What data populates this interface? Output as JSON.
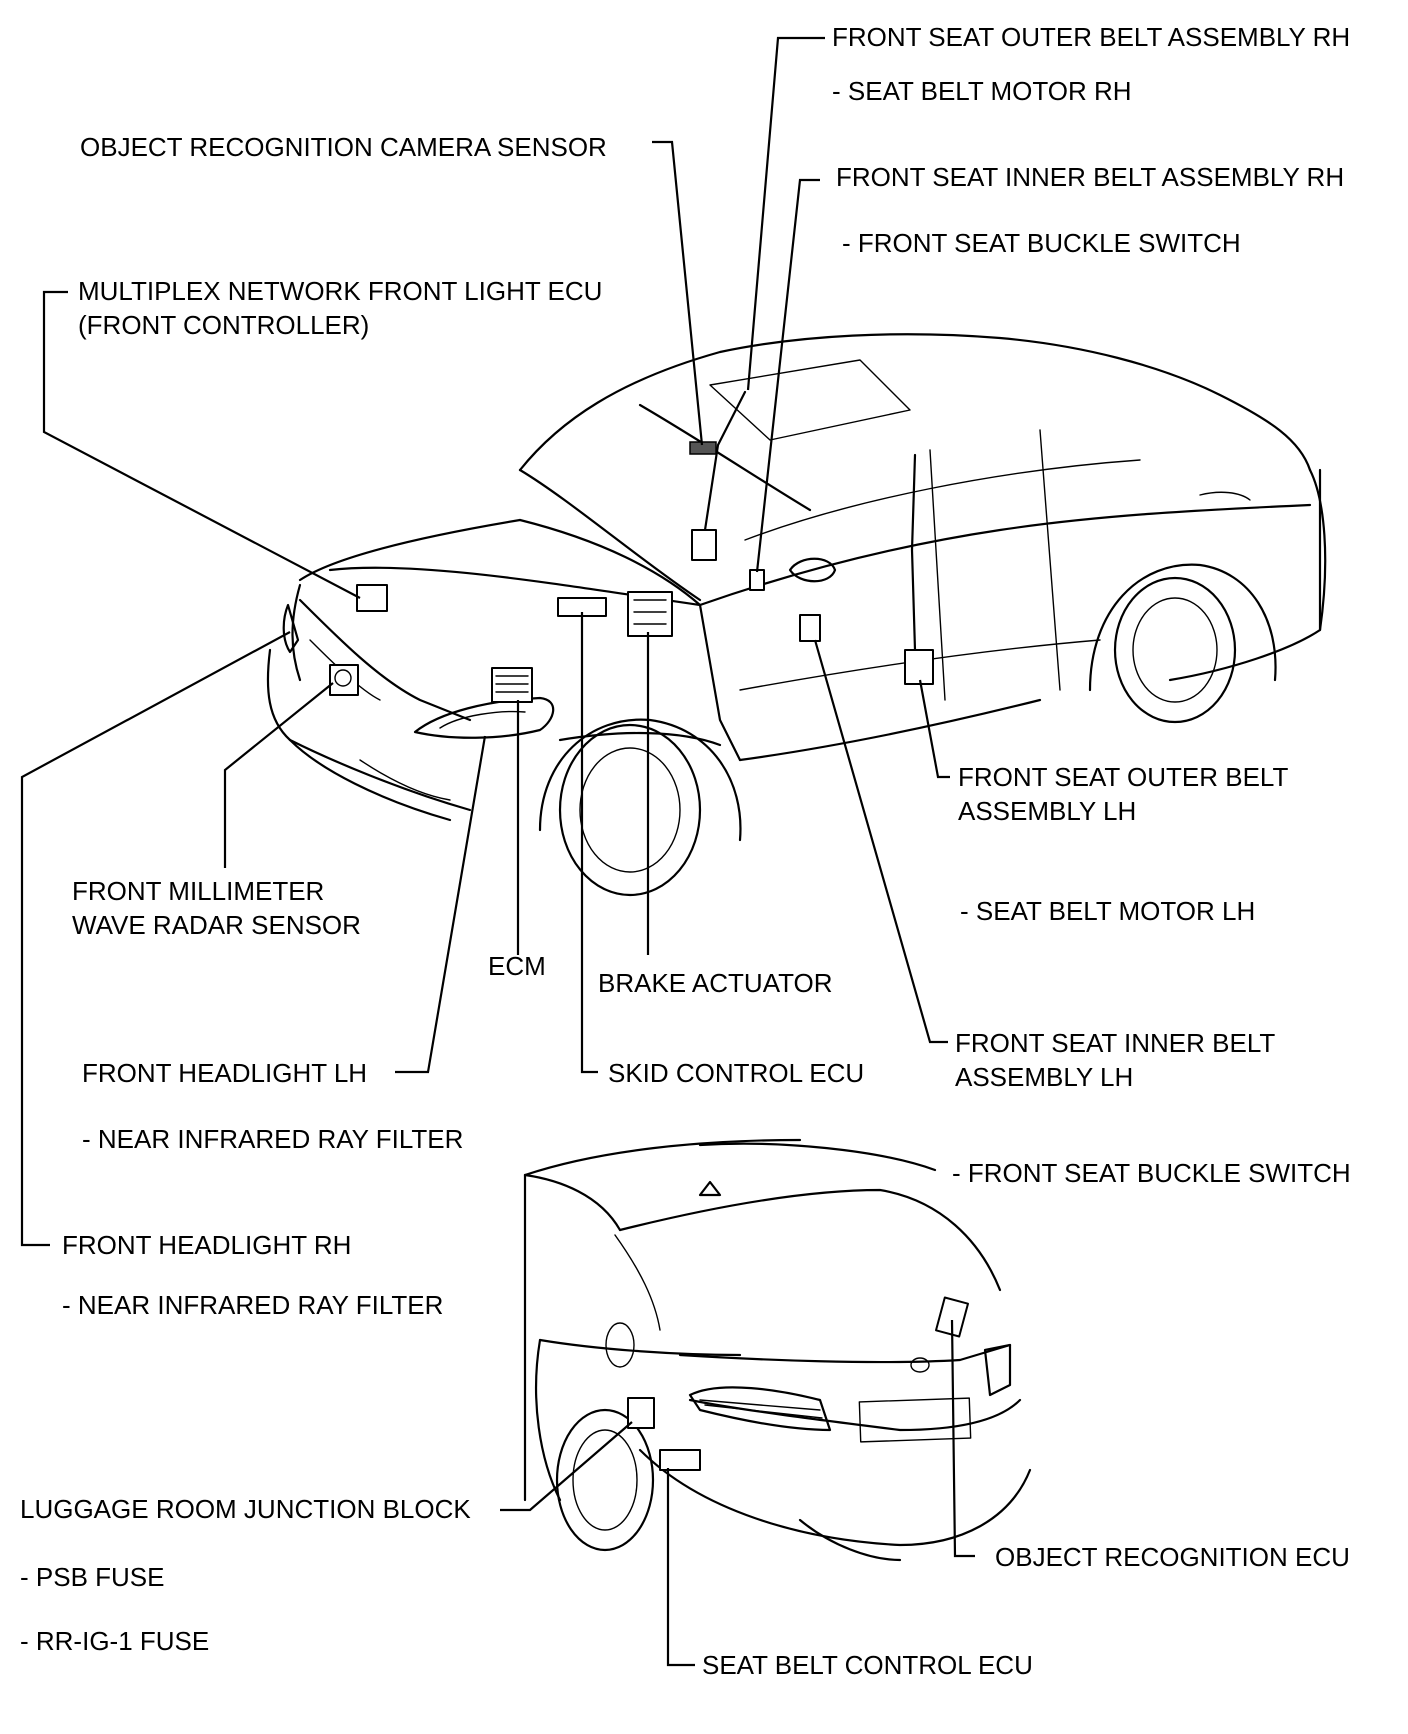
{
  "labels": {
    "outer_belt_rh": "FRONT SEAT OUTER BELT ASSEMBLY RH",
    "seat_belt_motor_rh": "- SEAT BELT MOTOR RH",
    "camera_sensor": "OBJECT RECOGNITION CAMERA SENSOR",
    "inner_belt_rh": "FRONT SEAT INNER BELT ASSEMBLY RH",
    "buckle_switch_rh": "- FRONT SEAT BUCKLE SWITCH",
    "front_light_ecu_1": "MULTIPLEX NETWORK FRONT LIGHT ECU",
    "front_light_ecu_2": "(FRONT CONTROLLER)",
    "outer_belt_lh_1": "FRONT SEAT OUTER BELT",
    "outer_belt_lh_2": "ASSEMBLY LH",
    "radar_sensor_1": "FRONT MILLIMETER",
    "radar_sensor_2": "WAVE RADAR SENSOR",
    "seat_belt_motor_lh": "- SEAT BELT MOTOR LH",
    "ecm": "ECM",
    "brake_actuator": "BRAKE ACTUATOR",
    "inner_belt_lh_1": "FRONT SEAT INNER BELT",
    "inner_belt_lh_2": "ASSEMBLY LH",
    "headlight_lh": "FRONT HEADLIGHT LH",
    "skid_control_ecu": "SKID CONTROL ECU",
    "ir_filter_lh": "- NEAR INFRARED RAY FILTER",
    "buckle_switch_lh": "- FRONT SEAT BUCKLE SWITCH",
    "headlight_rh": "FRONT HEADLIGHT RH",
    "ir_filter_rh": "- NEAR INFRARED RAY FILTER",
    "junction_block": "LUGGAGE ROOM JUNCTION BLOCK",
    "object_recognition_ecu": "OBJECT RECOGNITION ECU",
    "psb_fuse": "- PSB FUSE",
    "rr_ig1_fuse": "- RR-IG-1 FUSE",
    "seat_belt_control_ecu": "SEAT BELT CONTROL ECU"
  }
}
